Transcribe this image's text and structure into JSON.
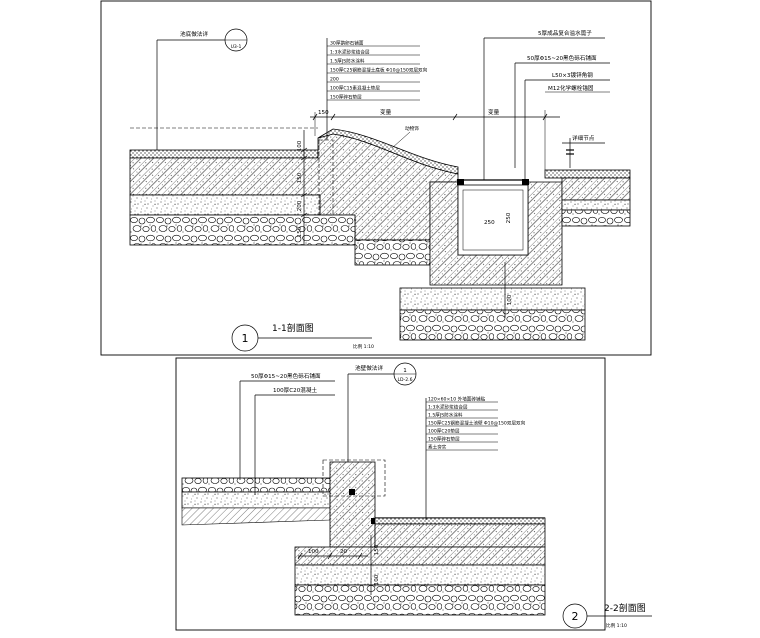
{
  "section_1": {
    "pool_bottom_ref": {
      "label": "池底做法详",
      "sheet": "U3-1"
    },
    "layers": [
      "30厚鹅卵石铺面",
      "1:3水泥砂浆结合层",
      "1.5厚JS防水涂料",
      "150厚C25钢筋混凝土底板 Φ10@150双层双向",
      "200",
      "100厚C15素混凝土垫层",
      "150厚碎石垫层"
    ],
    "labels": {
      "overflow_grate": "5厚成品复合溢水篦子",
      "gravel_paving": "50厚Φ15~20黑色砾石铺面",
      "angle_steel": "L50×3镀锌角钢",
      "anchor_bolt": "M12化学螺栓锚固",
      "right_note": "详细节点",
      "slope_note": "动物饰"
    },
    "dimensions": {
      "top_a": "150",
      "top_b": "变量",
      "top_c": "变量",
      "left_1": "100",
      "left_2": "150",
      "left_3": "200",
      "left_4": "150",
      "trough_width": "250",
      "trough_depth": "250",
      "base": "100"
    },
    "title_number": "1",
    "title": "1-1剖面图",
    "scale": "比例 1:10"
  },
  "section_2": {
    "labels": {
      "gravel_paving": "50厚Φ15~20黑色砾石铺面",
      "concrete": "100厚C20混凝土"
    },
    "pool_wall_ref": {
      "label": "池壁做法详",
      "number": "1",
      "sheet": "LD-2.6"
    },
    "layers": [
      "120×60×10 外墙面砖铺贴",
      "1:3水泥砂浆结合层",
      "1.5厚JS防水涂料",
      "150厚C25钢筋混凝土池壁 Φ10@150双层双向",
      "100厚C20垫层",
      "150厚碎石垫层",
      "素土夯实"
    ],
    "dimensions": {
      "bottom_a": "100",
      "bottom_b": "20",
      "right_1": "150",
      "right_2": "100"
    },
    "title_number": "2",
    "title": "2-2剖面图",
    "scale": "比例 1:10"
  }
}
